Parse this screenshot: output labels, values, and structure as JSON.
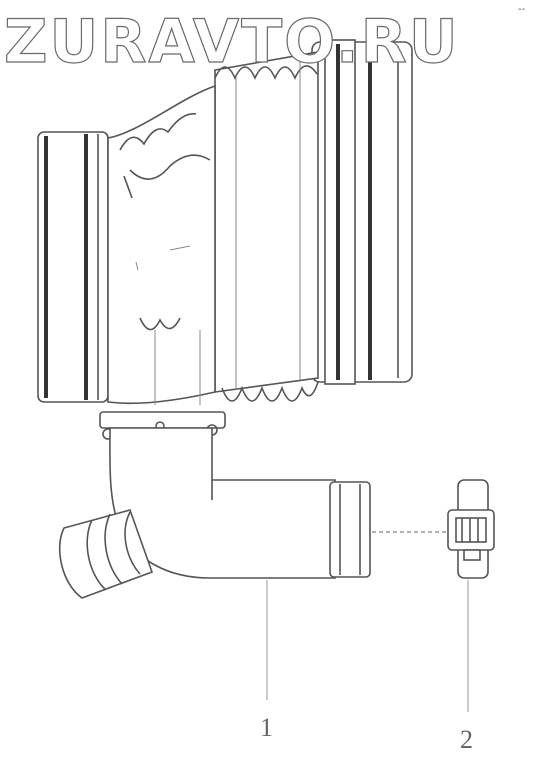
{
  "watermark": {
    "text": "ZURAVTO.RU",
    "corner_mark": "--"
  },
  "callouts": [
    {
      "id": "1",
      "label": "1"
    },
    {
      "id": "2",
      "label": "2"
    }
  ],
  "colors": {
    "line": "#555555",
    "text": "#666666",
    "background": "#ffffff"
  }
}
